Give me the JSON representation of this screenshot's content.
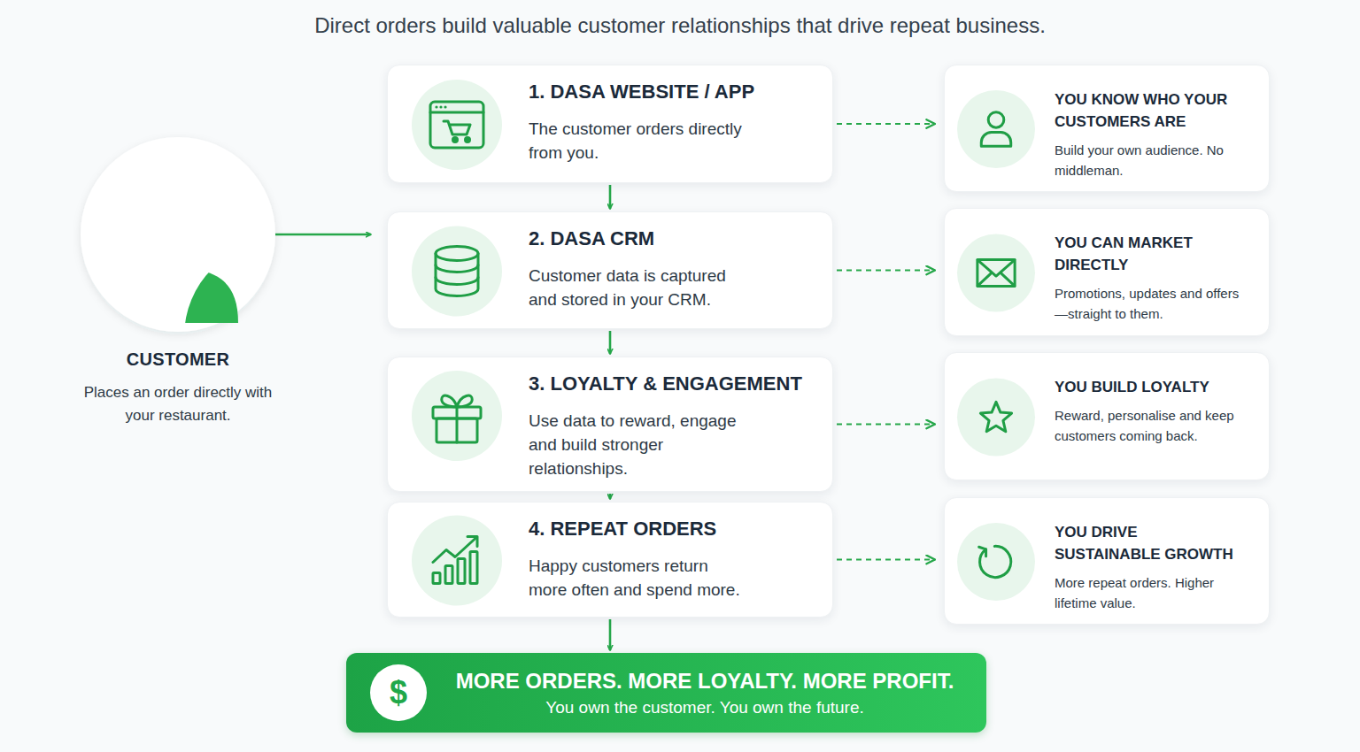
{
  "diagram": {
    "title": "Direct orders build valuable customer relationships that drive repeat business.",
    "nodes": [
      {
        "text": [
          "CUSTOMER",
          "Places an order directly with your restaurant."
        ]
      },
      {
        "text": [
          "1. DASA WEBSITE / APP",
          "The customer orders directly from you."
        ]
      },
      {
        "text": [
          "2. DASA CRM",
          "Customer data is captured and stored in your CRM."
        ]
      },
      {
        "text": [
          "3. LOYALTY & ENGAGEMENT",
          "Use data to reward, engage and build stronger relationships."
        ]
      },
      {
        "text": [
          "4. REPEAT ORDERS",
          "Happy customers return more often and spend more."
        ]
      },
      {
        "text": [
          "YOU KNOW WHO YOUR CUSTOMERS ARE",
          "Build your own audience. No middleman."
        ]
      },
      {
        "text": [
          "YOU CAN MARKET DIRECTLY",
          "Promotions, updates and offers—straight to them."
        ]
      },
      {
        "text": [
          "YOU BUILD LOYALTY",
          "Reward, personalise and keep customers coming back."
        ]
      },
      {
        "text": [
          "YOU DRIVE SUSTAINABLE GROWTH",
          "More repeat orders. Higher lifetime value."
        ]
      },
      {
        "text": [
          "MORE ORDERS. MORE LOYALTY. MORE PROFIT.",
          "You own the customer. You own the future."
        ]
      },
      {
        "text": [
          "$"
        ],
        "in": 9
      }
    ],
    "edges": [
      {
        "from": 0,
        "to": 2,
        "arrow": "to"
      },
      {
        "from": 1,
        "to": 2,
        "arrow": "to"
      },
      {
        "from": 2,
        "to": 3,
        "arrow": "to"
      },
      {
        "from": 3,
        "to": 4,
        "arrow": "to"
      },
      {
        "from": 4,
        "to": 9,
        "arrow": "to"
      },
      {
        "from": 1,
        "to": 5,
        "arrow": "to"
      },
      {
        "from": 2,
        "to": 6,
        "arrow": "to"
      },
      {
        "from": 3,
        "to": 7,
        "arrow": "to"
      },
      {
        "from": 4,
        "to": 8,
        "arrow": "to"
      }
    ]
  }
}
